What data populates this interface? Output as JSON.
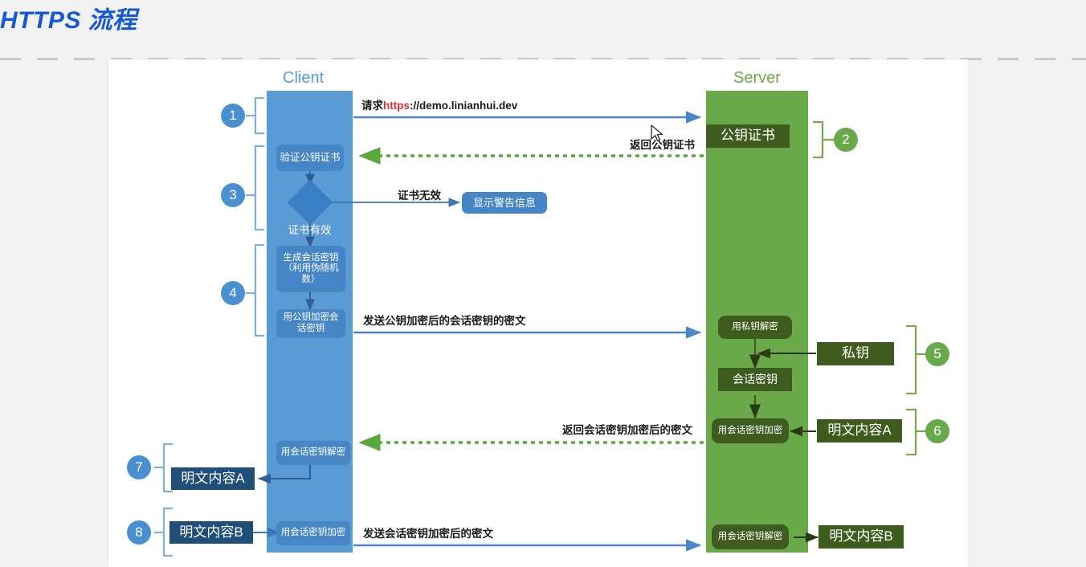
{
  "page": {
    "title": "HTTPS 流程",
    "title_color": "#1558d6",
    "background": "#f2f2f2",
    "panel_background": "#ffffff"
  },
  "colors": {
    "client_lane": "#5b9bd5",
    "server_lane": "#6aa94a",
    "client_box": "#4686c6",
    "client_dark_box": "#1f4e79",
    "server_dark_box": "#3d5c1e",
    "badge_blue": "#4a8fd0",
    "badge_green": "#6aa94a",
    "arrow_blue": "#4a86c8",
    "arrow_green_dotted": "#5aa83c",
    "arrow_dark": "#2a3a14",
    "https_highlight": "#e03030"
  },
  "lanes": {
    "client": {
      "label": "Client"
    },
    "server": {
      "label": "Server"
    }
  },
  "steps": [
    {
      "number": "1",
      "side": "client"
    },
    {
      "number": "2",
      "side": "server"
    },
    {
      "number": "3",
      "side": "client"
    },
    {
      "number": "4",
      "side": "client"
    },
    {
      "number": "5",
      "side": "server"
    },
    {
      "number": "6",
      "side": "server"
    },
    {
      "number": "7",
      "side": "client"
    },
    {
      "number": "8",
      "side": "client"
    }
  ],
  "client_nodes": {
    "verify_cert": "验证公钥证书",
    "cert_valid": "证书有效",
    "generate_session_key": "生成会话密钥\n（利用伪随机\n数）",
    "encrypt_with_pubkey": "用公钥加密会\n话密钥",
    "decrypt_with_session_key": "用会话密钥解密",
    "encrypt_with_session_key": "用会话密钥加密",
    "plaintext_a": "明文内容A",
    "plaintext_b": "明文内容B",
    "show_warning": "显示警告信息"
  },
  "server_nodes": {
    "public_key_cert": "公钥证书",
    "decrypt_with_privkey": "用私钥解密",
    "private_key": "私钥",
    "session_key": "会话密钥",
    "encrypt_with_session_key": "用会话密钥加密",
    "decrypt_with_session_key": "用会话密钥解密",
    "plaintext_a": "明文内容A",
    "plaintext_b": "明文内容B"
  },
  "flow_labels": {
    "request_prefix": "请求",
    "request_scheme": "https",
    "request_rest": "://demo.linianhui.dev",
    "return_public_cert": "返回公钥证书",
    "cert_invalid": "证书无效",
    "send_encrypted_session_key": "发送公钥加密后的会话密钥的密文",
    "return_encrypted_with_session_key": "返回会话密钥加密后的密文",
    "send_encrypted_with_session_key": "发送会话密钥加密后的密文"
  }
}
